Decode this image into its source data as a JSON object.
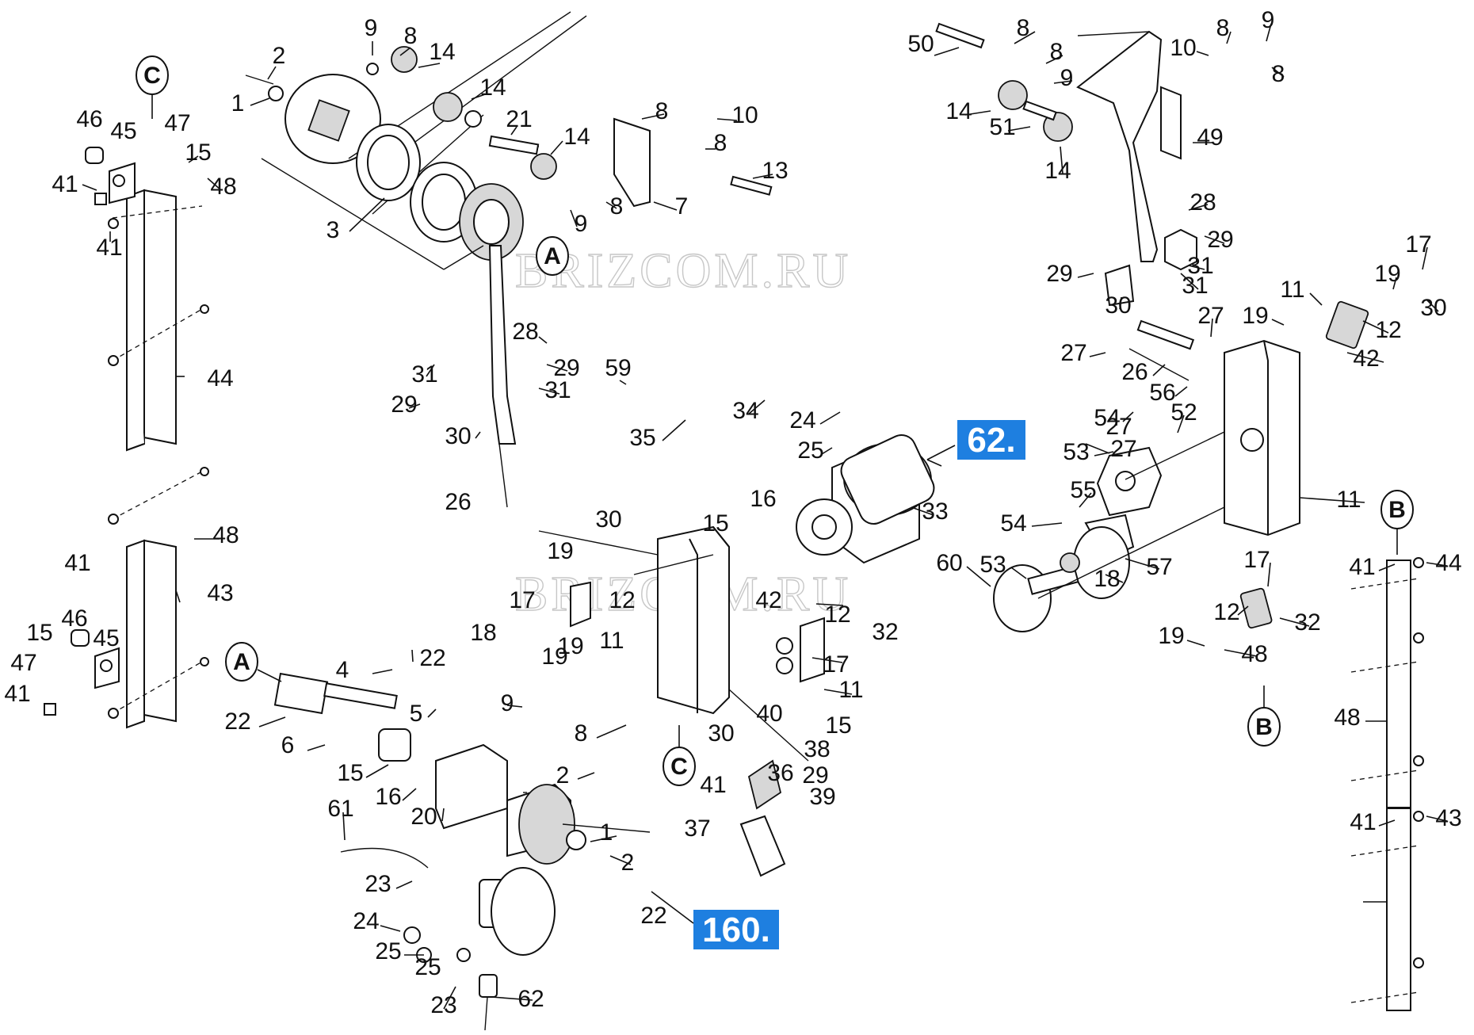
{
  "watermarks": [
    "BRIZCOM.RU",
    "BRIZCOM.RU"
  ],
  "badges": [
    {
      "text": "62.",
      "color": "#1e7fe0"
    },
    {
      "text": "160.",
      "color": "#1e7fe0"
    }
  ],
  "callouts": {
    "a_top": "A",
    "a_left": "A",
    "b_right": "B",
    "b_bottom": "B",
    "c_top": "C",
    "c_mid": "C"
  },
  "part_labels": [
    "1",
    "2",
    "3",
    "9",
    "8",
    "14",
    "14",
    "21",
    "14",
    "8",
    "10",
    "8",
    "13",
    "7",
    "9",
    "8",
    "46",
    "45",
    "47",
    "15",
    "41",
    "48",
    "41",
    "44",
    "48",
    "41",
    "43",
    "46",
    "45",
    "15",
    "47",
    "41",
    "31",
    "29",
    "30",
    "28",
    "29",
    "31",
    "59",
    "35",
    "34",
    "24",
    "25",
    "27",
    "27",
    "26",
    "33",
    "30",
    "19",
    "15",
    "16",
    "17",
    "12",
    "42",
    "18",
    "19",
    "11",
    "12",
    "19",
    "32",
    "17",
    "11",
    "22",
    "4",
    "22",
    "6",
    "5",
    "9",
    "8",
    "2",
    "15",
    "16",
    "20",
    "61",
    "1",
    "2",
    "23",
    "24",
    "25",
    "22",
    "25",
    "23",
    "62",
    "40",
    "15",
    "30",
    "38",
    "29",
    "36",
    "41",
    "39",
    "37",
    "50",
    "8",
    "8",
    "9",
    "10",
    "8",
    "9",
    "8",
    "14",
    "51",
    "14",
    "49",
    "28",
    "29",
    "31",
    "31",
    "29",
    "30",
    "27",
    "27",
    "26",
    "56",
    "54",
    "52",
    "53",
    "54",
    "55",
    "53",
    "57",
    "60",
    "18",
    "17",
    "19",
    "30",
    "19",
    "11",
    "12",
    "42",
    "11",
    "17",
    "12",
    "32",
    "19",
    "48",
    "41",
    "44",
    "48",
    "41",
    "43"
  ]
}
